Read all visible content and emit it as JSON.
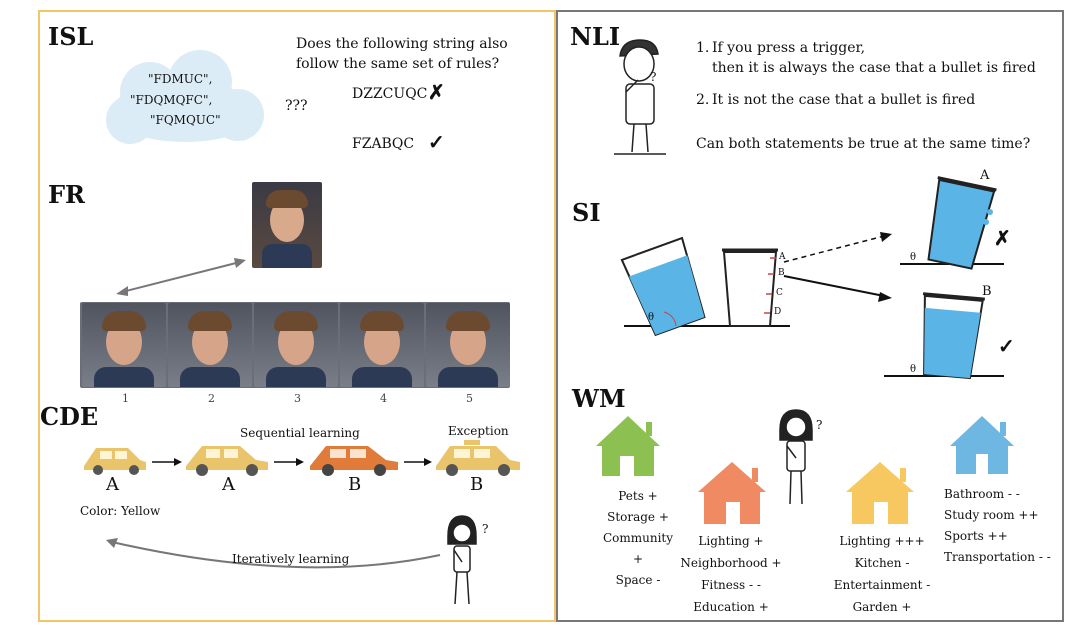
{
  "isl": {
    "title": "ISL",
    "strings": [
      "\"FDMUC\",",
      "\"FDQMQFC\",",
      "\"FQMQUC\""
    ],
    "question_line1": "Does the following string also",
    "question_line2": "follow the same set of rules?",
    "unknown": "???",
    "candidate_bad": "DZZCUQC",
    "candidate_good": "FZABQC",
    "mark_bad": "✗",
    "mark_good": "✓"
  },
  "fr": {
    "title": "FR",
    "face_labels": [
      "1",
      "2",
      "3",
      "4",
      "5"
    ]
  },
  "cde": {
    "title": "CDE",
    "sequential": "Sequential learning",
    "exception": "Exception",
    "car_labels": [
      "A",
      "A",
      "B",
      "B"
    ],
    "color_note": "Color: Yellow",
    "iterative": "Iteratively learning",
    "question_mark": "?"
  },
  "nli": {
    "title": "NLI",
    "s1_prefix": "1.",
    "s1_line1": "If you press a trigger,",
    "s1_line2": "then it is always  the case that a bullet is fired",
    "s2_prefix": "2.",
    "s2_text": "It is not the case that a bullet is fired",
    "question": "Can both statements be true at the same time?",
    "question_mark": "?"
  },
  "si": {
    "title": "SI",
    "scale_marks": [
      "A",
      "B",
      "C",
      "D"
    ],
    "theta": "θ",
    "label_a": "A",
    "label_b": "B",
    "mark_bad": "✗",
    "mark_good": "✓"
  },
  "wm": {
    "title": "WM",
    "question_mark": "?",
    "houses": [
      {
        "color": "#8cc152",
        "lines": [
          "Pets +",
          "Storage +",
          "Community +",
          "Space -"
        ]
      },
      {
        "color": "#ef8a62",
        "lines": [
          "Lighting +",
          "Neighborhood +",
          "Fitness - -",
          "Education +"
        ]
      },
      {
        "color": "#f6c85f",
        "lines": [
          "Lighting +++",
          "Kitchen -",
          "Entertainment -",
          "Garden +"
        ]
      },
      {
        "color": "#6fb7e3",
        "lines": [
          "Bathroom - -",
          "Study room ++",
          "Sports ++",
          "Transportation - -"
        ]
      }
    ]
  },
  "colors": {
    "left_border": "#f0c66a",
    "right_border": "#777777",
    "car_yellow": "#e9c46a",
    "car_orange": "#e07b39",
    "water": "#5ab4e5"
  }
}
